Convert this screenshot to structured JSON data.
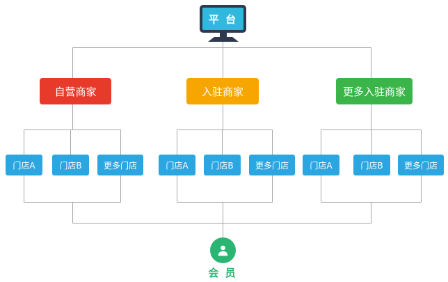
{
  "diagram": {
    "platform": {
      "label": "平 台"
    },
    "merchants": [
      {
        "label": "自营商家",
        "color": "#e73a2a",
        "stores": [
          "门店A",
          "门店B",
          "更多门店"
        ]
      },
      {
        "label": "入驻商家",
        "color": "#f7a600",
        "stores": [
          "门店A",
          "门店B",
          "更多门店"
        ]
      },
      {
        "label": "更多入驻商家",
        "color": "#3bb54a",
        "stores": [
          "门店A",
          "门店B",
          "更多门店"
        ]
      }
    ],
    "member": {
      "label": "会 员",
      "circle_color": "#2bb573",
      "label_color": "#2bb573",
      "icon": "person-icon"
    },
    "colors": {
      "store_box": "#2ba6e0",
      "monitor_frame": "#2e3b4e",
      "monitor_screen": "#30b9dc",
      "connector_line": "#a6a6a6"
    }
  }
}
